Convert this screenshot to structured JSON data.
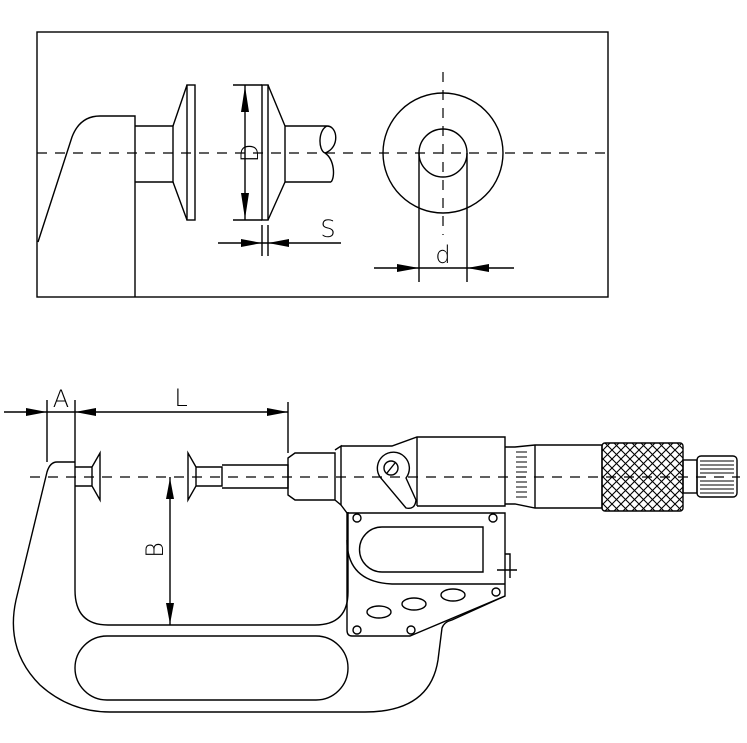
{
  "detail_view": {
    "labels": {
      "face_diameter": "D",
      "face_thickness": "S",
      "spindle_diameter": "d"
    }
  },
  "micrometer_view": {
    "labels": {
      "anvil_length": "A",
      "measuring_range": "L",
      "throat_depth": "B"
    }
  }
}
